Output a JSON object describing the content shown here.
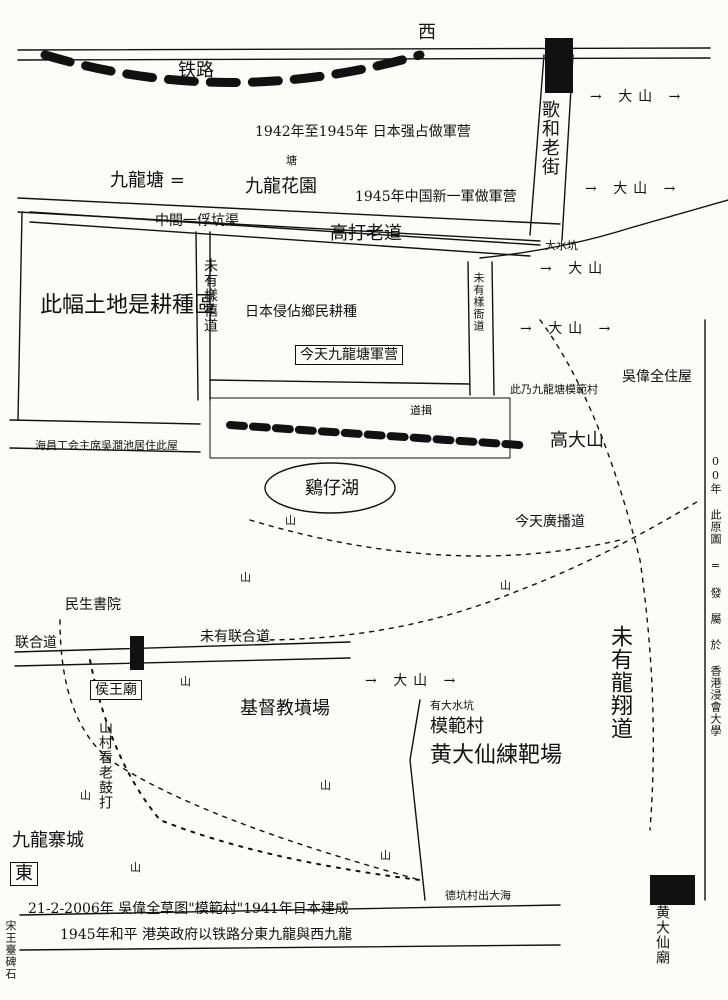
{
  "labels": {
    "west": "西",
    "railway": "铁路",
    "hill_top": "山",
    "big_hill_1": "大山",
    "big_hill_2": "大山",
    "big_hill_3": "大山",
    "big_hill_4": "大山",
    "japan_camp": "1942年至1945年 日本强占做軍营",
    "geho_street": "歌和老街",
    "kowloon_tong": "九龍塘 =",
    "kowloon_garden_prefix": "塘",
    "kowloon_garden": "九龍花園",
    "new_army_1945": "1945年中国新一軍做軍营",
    "middle_road": "中間一俘坑渠",
    "da_da_road": "高打老道",
    "stream": "大水坑",
    "farmland": "此幅土地是耕種區",
    "sunny_road_v": "未有樣禧道",
    "japan_farming": "日本侵佔鄉民耕種",
    "kowloon_camp": "今天九龍塘軍营",
    "no_road_v": "未有樣衙道",
    "model_village_mark": "此乃九龍塘模範村",
    "ng_residence": "吳偉全住屋",
    "gao_da_hill": "高大山",
    "road_mark": "道揖",
    "resident_note": "海員工会主席吳澗池居住此屋",
    "pond": "鷄仔湖",
    "hill_pond": "山",
    "today_kwong_road": "今天廣播道",
    "minsheng_school": "民生書院",
    "lianhe_road": "联合道",
    "no_lianhe_road": "未有联合道",
    "hou_wang_temple": "侯王廟",
    "hill_a": "山",
    "hill_b": "山",
    "hill_c": "山",
    "hill_d": "山",
    "hill_e": "山",
    "hill_f": "山",
    "hill_g": "山",
    "big_hill_5": "大山",
    "christian_cemetery": "基督教墳場",
    "has_stream": "有大水坑",
    "model_village_terminus": "模範村",
    "wong_tai_sin_range": "黄大仙練靶場",
    "no_lung_cheung_road_v": "未有龍翔道",
    "hill_pathway_v": "山村看老鼓打",
    "kowloon_walled_city": "九龍寨城",
    "east_marker": "東",
    "stream_to_sea": "德坑村出大海",
    "date_note": "21-2-2006年 吳偉全草图\"模範村\"1941年日本建成",
    "partition_note": "1945年和平 港英政府以铁路分東九龍與西九龍",
    "wong_tai_sin_temple_v": "黄大仙廟",
    "right_margin_v": "00年 此原圖 = 發 屬 於 香港浸會大學",
    "left_margin_v": "宋王臺碑石"
  },
  "colors": {
    "ink": "#111111",
    "paper": "#fbfbf8"
  }
}
